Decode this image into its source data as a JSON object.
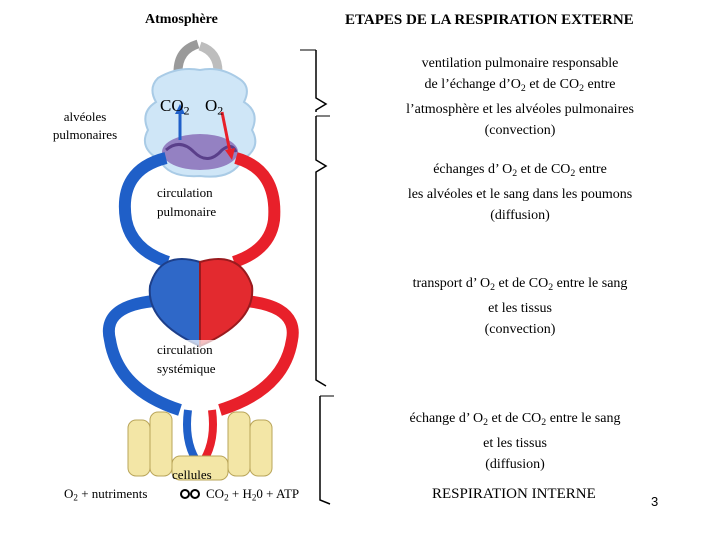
{
  "diagram": {
    "atmosphere_label": "Atmosphère",
    "alveoles_label_1": "alvéoles",
    "alveoles_label_2": "pulmonaires",
    "co2_label": "CO",
    "co2_sub": "2",
    "o2_label": "O",
    "o2_sub": "2",
    "pulmonary_circ_1": "circulation",
    "pulmonary_circ_2": "pulmonaire",
    "systemic_circ_1": "circulation",
    "systemic_circ_2": "systémique",
    "cells_label": "cellules",
    "equation": {
      "left_o": "O",
      "left_sub": "2",
      "left_rest": " + nutriments",
      "right_co": "CO",
      "right_sub": "2",
      "right_mid": " + H",
      "right_h_sub": "2",
      "right_rest": "0 + ATP"
    }
  },
  "steps": {
    "title": "ETAPES DE LA RESPIRATION EXTERNE",
    "step1": {
      "line1": "ventilation pulmonaire responsable",
      "line2_a": "de l’échange d’O",
      "line2_b": " et de CO",
      "line2_c": " entre",
      "line3": "l’atmosphère et les alvéoles pulmonaires",
      "line4": "(convection)"
    },
    "step2": {
      "line1_a": "échanges d’ O",
      "line1_b": " et de CO",
      "line1_c": " entre",
      "line2": "les alvéoles et le sang dans les poumons",
      "line3": "(diffusion)"
    },
    "step3": {
      "line1_a": "transport d’ O",
      "line1_b": " et de CO",
      "line1_c": " entre le sang",
      "line2": "et les tissus",
      "line3": "(convection)"
    },
    "step4": {
      "line1_a": "échange d’ O",
      "line1_b": " et de CO",
      "line1_c": " entre le sang",
      "line2": "et les tissus",
      "line3": "(diffusion)"
    },
    "internal": "RESPIRATION INTERNE",
    "sub2": "2"
  },
  "page_number": "3",
  "colors": {
    "artery": "#e8202a",
    "vein": "#1f5fc8",
    "lung": "#cfe6f7",
    "alveoli": "#8a6fb8",
    "cells": "#f3e6a6"
  }
}
